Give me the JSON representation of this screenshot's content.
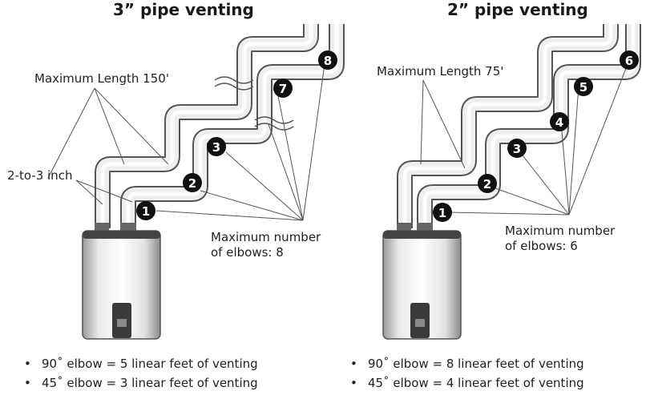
{
  "left": {
    "title": "3” pipe venting",
    "max_length_label": "Maximum Length 150'",
    "adapter_label": "2-to-3 inch",
    "max_elbows_line1": "Maximum number",
    "max_elbows_line2": "of elbows: 8",
    "elbow_numbers": [
      "1",
      "2",
      "3",
      "7",
      "8"
    ],
    "bullets": [
      "90˚ elbow = 5 linear feet of venting",
      "45˚ elbow = 3 linear feet of venting"
    ]
  },
  "right": {
    "title": "2” pipe venting",
    "max_length_label": "Maximum Length 75'",
    "max_elbows_line1": "Maximum number",
    "max_elbows_line2": "of elbows: 6",
    "elbow_numbers": [
      "1",
      "2",
      "3",
      "4",
      "5",
      "6"
    ],
    "bullets": [
      "90˚ elbow = 8 linear feet of venting",
      "45˚ elbow = 4 linear feet of venting"
    ]
  },
  "bullet_char": "•"
}
